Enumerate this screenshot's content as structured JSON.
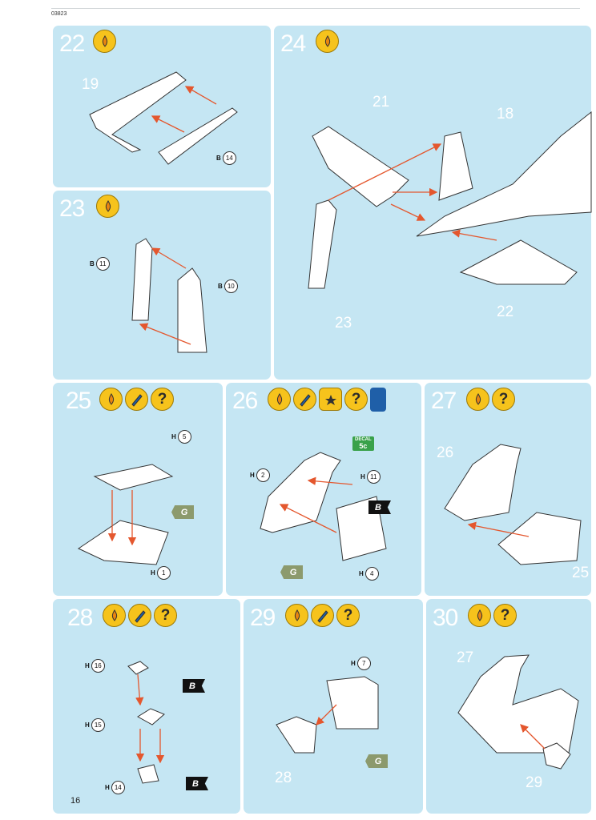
{
  "header": {
    "code": "03823"
  },
  "page_number": "16",
  "steps": [
    {
      "number": "22",
      "icons": [
        "glue-icon"
      ],
      "parts": [
        {
          "sheet": "B",
          "num": "14"
        }
      ],
      "labels": [
        "19"
      ]
    },
    {
      "number": "23",
      "icons": [
        "glue-icon"
      ],
      "parts": [
        {
          "sheet": "B",
          "num": "11"
        },
        {
          "sheet": "B",
          "num": "10"
        }
      ]
    },
    {
      "number": "24",
      "icons": [
        "glue-icon"
      ],
      "labels": [
        "21",
        "18",
        "23",
        "22"
      ]
    },
    {
      "number": "25",
      "icons": [
        "glue-icon",
        "paint-icon",
        "question-icon"
      ],
      "parts": [
        {
          "sheet": "H",
          "num": "5"
        },
        {
          "sheet": "H",
          "num": "1"
        }
      ],
      "flags": [
        "G"
      ]
    },
    {
      "number": "26",
      "icons": [
        "glue-icon",
        "paint-icon",
        "decal-icon",
        "question-icon",
        "paint-pot-icon"
      ],
      "parts": [
        {
          "sheet": "H",
          "num": "2"
        },
        {
          "sheet": "H",
          "num": "11"
        },
        {
          "sheet": "H",
          "num": "4"
        }
      ],
      "flags": [
        "B",
        "G"
      ],
      "decal": {
        "line1": "DECAL",
        "line2": "5c"
      }
    },
    {
      "number": "27",
      "icons": [
        "glue-icon",
        "question-icon"
      ],
      "labels": [
        "26",
        "25"
      ]
    },
    {
      "number": "28",
      "icons": [
        "glue-icon",
        "paint-icon",
        "question-icon"
      ],
      "parts": [
        {
          "sheet": "H",
          "num": "16"
        },
        {
          "sheet": "H",
          "num": "15"
        },
        {
          "sheet": "H",
          "num": "14"
        }
      ],
      "flags": [
        "B",
        "B"
      ]
    },
    {
      "number": "29",
      "icons": [
        "glue-icon",
        "paint-icon",
        "question-icon"
      ],
      "parts": [
        {
          "sheet": "H",
          "num": "7"
        }
      ],
      "flags": [
        "G"
      ],
      "labels": [
        "28"
      ]
    },
    {
      "number": "30",
      "icons": [
        "glue-icon",
        "question-icon"
      ],
      "labels": [
        "27",
        "29"
      ]
    }
  ],
  "colors": {
    "panel": "#c5e6f3",
    "icon": "#f6c31c",
    "arrow": "#e4572e",
    "flag_b": "#111111",
    "flag_g": "#8c9a6d"
  }
}
